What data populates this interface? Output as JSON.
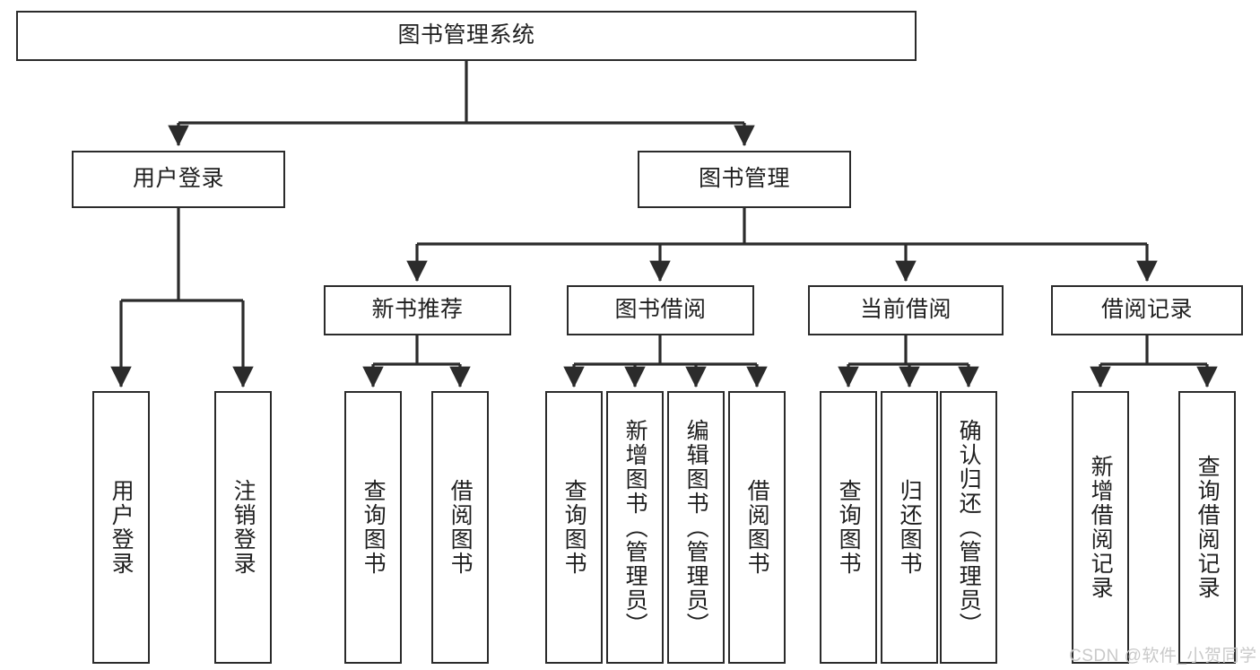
{
  "diagram": {
    "title": "图书管理系统",
    "type": "tree-hierarchy",
    "watermark": "CSDN @软件_小贺同学",
    "colors": {
      "stroke": "#2b2b2b",
      "fill": "#ffffff",
      "text": "#1f1f1f",
      "watermark": "#c9c9c9"
    },
    "nodes": {
      "root": {
        "label": "图书管理系统"
      },
      "level2": [
        {
          "label": "用户登录"
        },
        {
          "label": "图书管理"
        }
      ],
      "level3": [
        {
          "label": "新书推荐"
        },
        {
          "label": "图书借阅"
        },
        {
          "label": "当前借阅"
        },
        {
          "label": "借阅记录"
        }
      ],
      "leaves_user_login": [
        {
          "label": "用户登录"
        },
        {
          "label": "注销登录"
        }
      ],
      "leaves_new_book": [
        {
          "label": "查询图书"
        },
        {
          "label": "借阅图书"
        }
      ],
      "leaves_borrow": [
        {
          "label": "查询图书"
        },
        {
          "label": "新增图书（管理员）"
        },
        {
          "label": "编辑图书（管理员）"
        },
        {
          "label": "借阅图书"
        }
      ],
      "leaves_current": [
        {
          "label": "查询图书"
        },
        {
          "label": "归还图书"
        },
        {
          "label": "确认归还（管理员）"
        }
      ],
      "leaves_record": [
        {
          "label": "新增借阅记录"
        },
        {
          "label": "查询借阅记录"
        }
      ]
    }
  }
}
